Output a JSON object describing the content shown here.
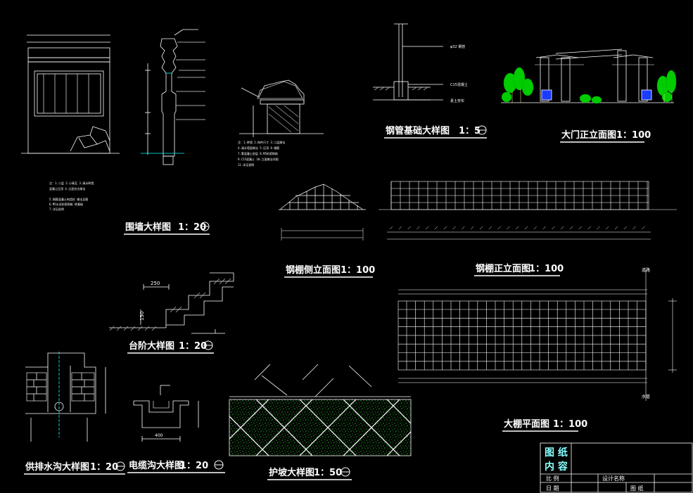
{
  "titles": {
    "wall": "围墙大样图",
    "wall_scale": "1：20",
    "pipe": "钢管基础大样图",
    "pipe_scale": "1：5",
    "gate": "大门正立面图",
    "gate_scale": "1：100",
    "side": "钢棚侧立面图",
    "side_scale": "1：100",
    "front": "钢棚正立面图",
    "front_scale": "1：100",
    "step": "台阶大样图",
    "step_scale": "1：20",
    "plan": "大棚平面图",
    "plan_scale": "1：100",
    "drain": "供排水沟大样图",
    "drain_scale": "1：20",
    "cable": "电缆沟大样图",
    "cable_scale": "1：20",
    "slope": "护坡大样图",
    "slope_scale": "1：50"
  },
  "labels": {
    "pipe_dia": "φ32  钢管",
    "pipe_base": "C15混凝土",
    "pipe_soil": "素土夯实",
    "plan_road": "道路",
    "plan_water": "水管",
    "step_w": "250",
    "step_h": "150",
    "cable_w": "400"
  },
  "title_block": {
    "content_line1": "图 纸",
    "content_line2": "内 容",
    "row1a": "比 例",
    "row1b": "设计名称",
    "row2a": "日 期",
    "row2b": "图 纸"
  },
  "colors": {
    "line": "#ffffff",
    "cyan": "#00ffff",
    "green": "#00cc00",
    "hatch": "#33ff33"
  }
}
